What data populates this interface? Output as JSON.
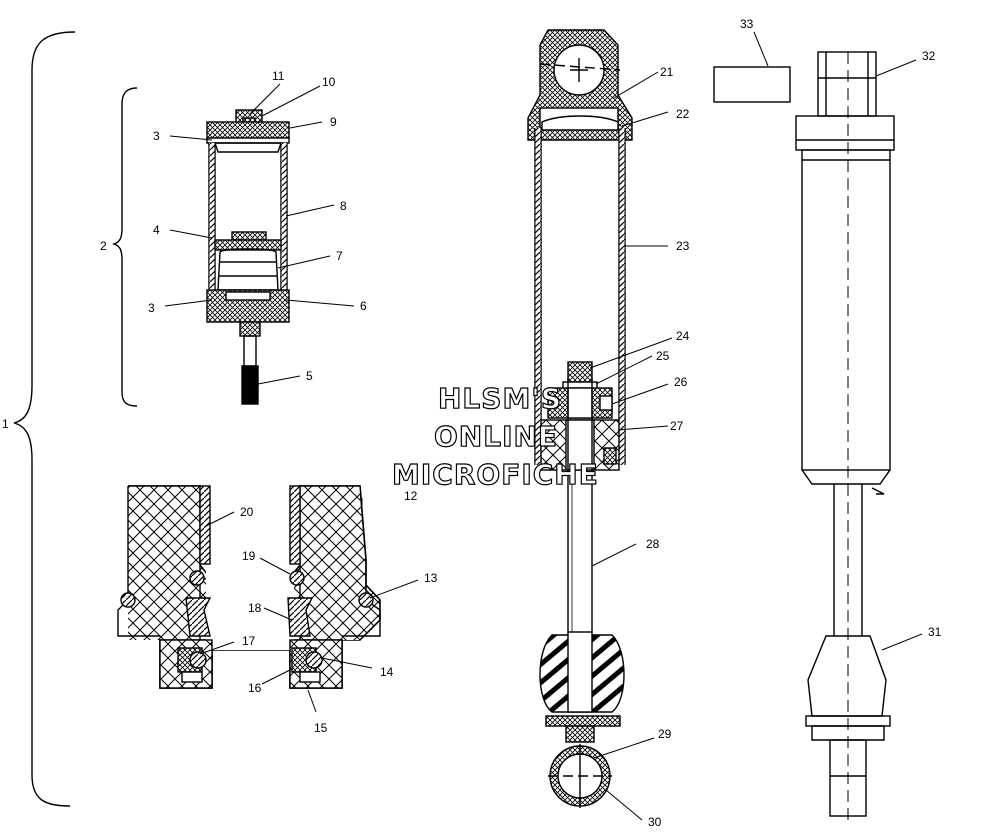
{
  "watermark": {
    "line1": "HLSM'S",
    "line2": "ONLINE",
    "line3": "MICROFICHE"
  },
  "callouts": [
    {
      "id": "c1",
      "text": "1"
    },
    {
      "id": "c2",
      "text": "2"
    },
    {
      "id": "c3a",
      "text": "3"
    },
    {
      "id": "c3b",
      "text": "3"
    },
    {
      "id": "c4",
      "text": "4"
    },
    {
      "id": "c5",
      "text": "5"
    },
    {
      "id": "c6",
      "text": "6"
    },
    {
      "id": "c7",
      "text": "7"
    },
    {
      "id": "c8",
      "text": "8"
    },
    {
      "id": "c9",
      "text": "9"
    },
    {
      "id": "c10",
      "text": "10"
    },
    {
      "id": "c11",
      "text": "11"
    },
    {
      "id": "c12",
      "text": "12"
    },
    {
      "id": "c13",
      "text": "13"
    },
    {
      "id": "c14",
      "text": "14"
    },
    {
      "id": "c15",
      "text": "15"
    },
    {
      "id": "c16",
      "text": "16"
    },
    {
      "id": "c17",
      "text": "17"
    },
    {
      "id": "c18",
      "text": "18"
    },
    {
      "id": "c19",
      "text": "19"
    },
    {
      "id": "c20",
      "text": "20"
    },
    {
      "id": "c21",
      "text": "21"
    },
    {
      "id": "c22",
      "text": "22"
    },
    {
      "id": "c23",
      "text": "23"
    },
    {
      "id": "c24",
      "text": "24"
    },
    {
      "id": "c25",
      "text": "25"
    },
    {
      "id": "c26",
      "text": "26"
    },
    {
      "id": "c27",
      "text": "27"
    },
    {
      "id": "c28",
      "text": "28"
    },
    {
      "id": "c29",
      "text": "29"
    },
    {
      "id": "c30",
      "text": "30"
    },
    {
      "id": "c31",
      "text": "31"
    },
    {
      "id": "c32",
      "text": "32"
    },
    {
      "id": "c33",
      "text": "33"
    }
  ]
}
